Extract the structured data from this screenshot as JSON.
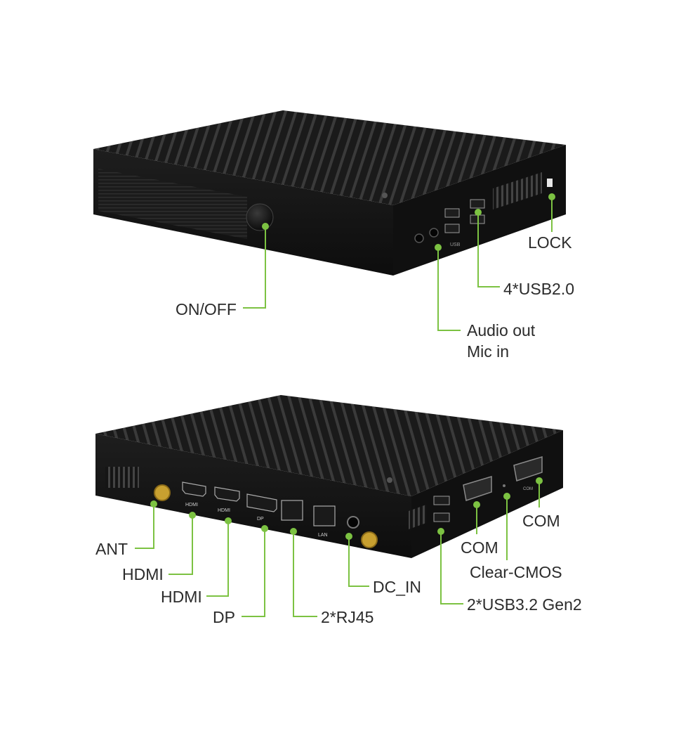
{
  "colors": {
    "accent_green": "#7cc242",
    "label_text": "#2b2b2b",
    "device_body": "#141414",
    "background": "#ffffff"
  },
  "front_view": {
    "labels": {
      "lock": "LOCK",
      "usb": "4*USB2.0",
      "on_off": "ON/OFF",
      "audio_out": "Audio out",
      "mic_in": "Mic in"
    },
    "port_marks": {
      "usb": "USB"
    }
  },
  "rear_view": {
    "labels": {
      "ant": "ANT",
      "hdmi_1": "HDMI",
      "hdmi_2": "HDMI",
      "dp": "DP",
      "rj45": "2*RJ45",
      "dc_in": "DC_IN",
      "usb32": "2*USB3.2 Gen2",
      "com_1": "COM",
      "com_2": "COM",
      "clear_cmos": "Clear-CMOS"
    },
    "port_marks": {
      "hdmi_1": "HDMI",
      "hdmi_2": "HDMI",
      "dp": "DP",
      "lan": "LAN",
      "com": "COM"
    }
  }
}
